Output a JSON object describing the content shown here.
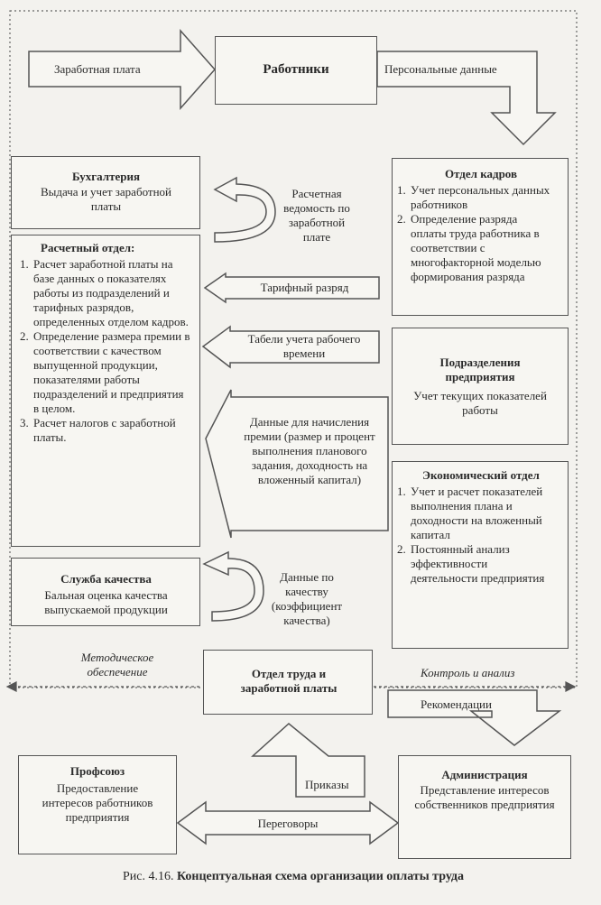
{
  "diagram": {
    "workers": "Работники",
    "salary": "Заработная плата",
    "personal_data": "Персональные данные",
    "accounting": {
      "title": "Бухгалтерия",
      "text": "Выдача и учет заработной платы"
    },
    "payroll_sheet": "Расчетная ведомость по заработной плате",
    "hr": {
      "title": "Отдел кадров",
      "items": [
        "Учет персональных данных работников",
        "Определение разряда оплаты труда работника в соответствии с многофакторной моделью формирования разряда"
      ]
    },
    "calc": {
      "title": "Расчетный отдел:",
      "items": [
        "Расчет заработной платы на базе данных о показателях работы из подразделений и тарифных разрядов, определенных отделом кадров.",
        "Определение размера премии в соответствии с качеством выпущенной продукции, показателями работы подразделений и предприятия в целом.",
        "Расчет налогов с заработной платы."
      ]
    },
    "tariff_grade": "Тарифный разряд",
    "timesheets": "Табели учета рабочего времени",
    "units": {
      "title": "Подразделения предприятия",
      "text": "Учет текущих показателей работы"
    },
    "bonus_data": "Данные для начисления премии (размер и процент выполнения планового задания, доходность на вложенный капитал)",
    "econ": {
      "title": "Экономический отдел",
      "items": [
        "Учет и расчет показателей выполнения плана и доходности на вложенный капитал",
        "Постоянный анализ эффективности деятельности предприятия"
      ]
    },
    "quality": {
      "title": "Служба качества",
      "text": "Бальная оценка качества выпускаемой продукции"
    },
    "quality_data": "Данные по качеству (коэффициент качества)",
    "methodical": "Методическое обеспечение",
    "labor_dept": "Отдел труда и заработной платы",
    "control": "Контроль и анализ",
    "recommendations": "Рекомендации",
    "union": {
      "title": "Профсоюз",
      "text": "Предоставление интересов работников предприятия"
    },
    "orders": "Приказы",
    "negotiations": "Переговоры",
    "admin": {
      "title": "Администрация",
      "text": "Представление интересов собственников предприятия"
    },
    "caption_prefix": "Рис. 4.16.",
    "caption": "Концептуальная схема организации оплаты труда"
  }
}
